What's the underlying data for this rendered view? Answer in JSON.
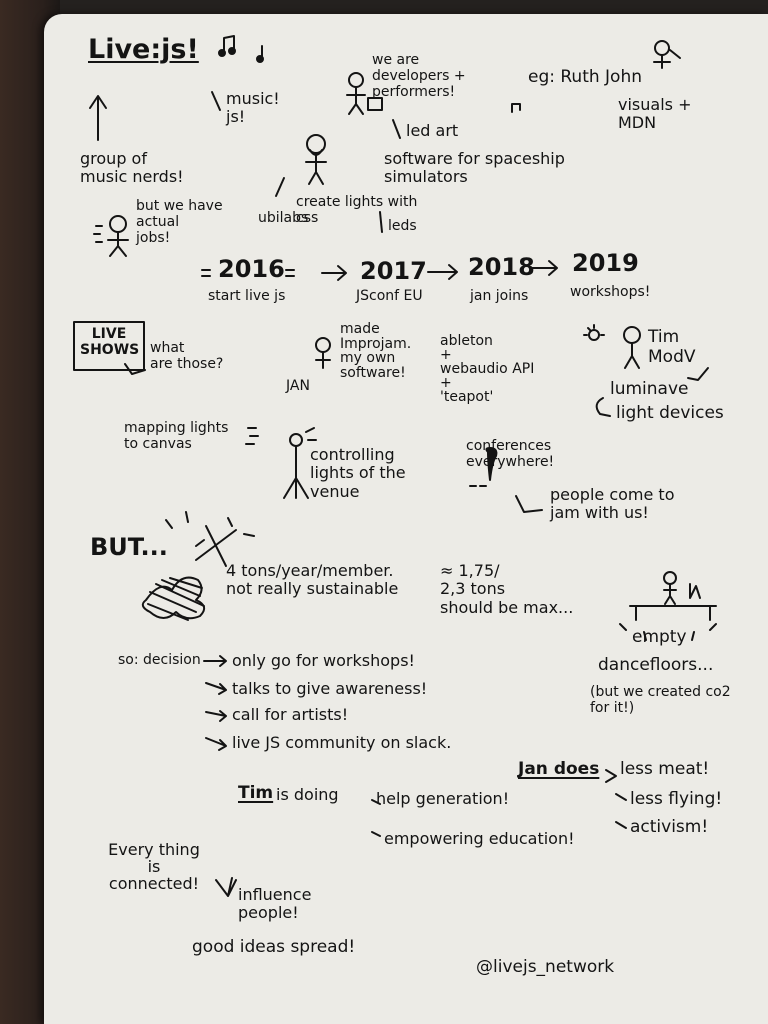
{
  "title": "Live:js!",
  "intro": {
    "music_js": "music!\njs!",
    "group": "group of\nmusic nerds!",
    "jobs": "but we have\nactual\njobs!",
    "devs": "we are\ndevelopers +\nperformers!",
    "ruth": "eg: Ruth John",
    "visuals": "visuals +\nMDN",
    "led_art": "led art",
    "software": "software for spaceship\nsimulators",
    "lights": "create lights with\ncss",
    "ubilabs": "ubilabs",
    "leds": "leds"
  },
  "timeline": [
    {
      "year": "2016",
      "label": "start live js"
    },
    {
      "year": "2017",
      "label": "JSconf EU"
    },
    {
      "year": "2018",
      "label": "jan joins"
    },
    {
      "year": "2019",
      "label": "workshops!"
    }
  ],
  "shows": {
    "live_shows": "LIVE\nSHOWS",
    "what": "what\nare those?",
    "made": "made\nImprojam.\nmy own\nsoftware!",
    "jan": "JAN",
    "ableton": "ableton\n+\nwebaudio API\n+\n'teapot'",
    "tim": "Tim\nModV",
    "luminave": "luminave",
    "light_devices": "light devices",
    "mapping": "mapping lights\nto canvas",
    "controlling": "controlling\nlights of the\nvenue",
    "conferences": "conferences\neverywhere!",
    "people": "people come to\njam with us!"
  },
  "but": {
    "but": "BUT...",
    "tons": "4 tons/year/member.\nnot really sustainable",
    "max": "≈ 1,75/\n2,3 tons\nshould be max...",
    "empty": "empty",
    "dancefloors": "dancefloors...",
    "co2": "(but we created co2\nfor it!)"
  },
  "decision": {
    "label": "so: decision",
    "items": [
      "only go for workshops!",
      "talks to give awareness!",
      "call for artists!",
      "live JS community on slack."
    ]
  },
  "jan_does": {
    "label": "Jan does",
    "items": [
      "less meat!",
      "less flying!",
      "activism!"
    ]
  },
  "tim_doing": {
    "label": "Tim",
    "rest": "is doing",
    "items": [
      "help generation!",
      "empowering education!"
    ]
  },
  "closing": {
    "everything": "Every thing\nis\nconnected!",
    "influence": "influence\npeople!",
    "good_ideas": "good ideas spread!",
    "handle": "@livejs_network"
  }
}
